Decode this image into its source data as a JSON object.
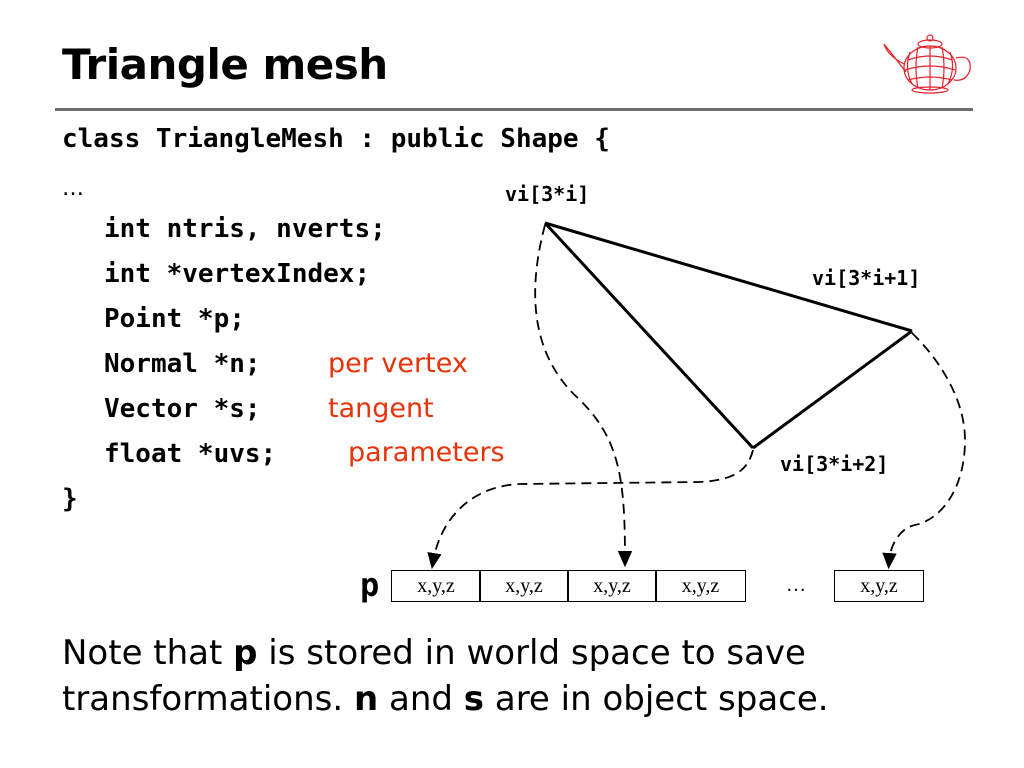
{
  "slide": {
    "title": "Triangle mesh",
    "code": {
      "line_class": "class TriangleMesh : public Shape {",
      "line_ellipsis": "…",
      "line_ints": "int ntris, nverts;",
      "line_index": "int *vertexIndex;",
      "line_point": "Point *p;",
      "line_normal": "Normal *n;",
      "line_vector": "Vector *s;",
      "line_float": "float *uvs;",
      "line_close": "}"
    },
    "annotations": {
      "normal": "per vertex",
      "vector": "tangent",
      "float": "parameters"
    },
    "diagram": {
      "vertex_labels": [
        "vi[3*i]",
        "vi[3*i+1]",
        "vi[3*i+2]"
      ],
      "array_name": "p",
      "cells": [
        "x,y,z",
        "x,y,z",
        "x,y,z",
        "x,y,z"
      ],
      "gap": "…",
      "last_cell": "x,y,z"
    },
    "note": {
      "part1": "Note that ",
      "p": "p",
      "part2": " is stored in world space to save transformations. ",
      "n": "n",
      "part3": " and ",
      "s": "s",
      "part4": " are in object space."
    },
    "colors": {
      "accent": "#e8320a",
      "rule": "#6e6e6e",
      "teapot": "#e8202a"
    },
    "icons": [
      "teapot-icon"
    ]
  }
}
